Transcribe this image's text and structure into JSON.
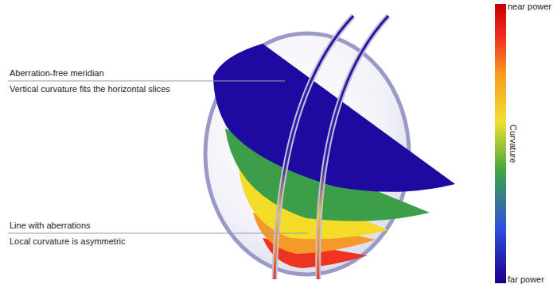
{
  "diagram": {
    "labels": [
      "Aberration-free meridian",
      "Vertical curvature fits the horizontal slices",
      "Line with aberrations",
      "Local curvature is asymmetric",
      "near power",
      "Curvature",
      "far power"
    ]
  }
}
